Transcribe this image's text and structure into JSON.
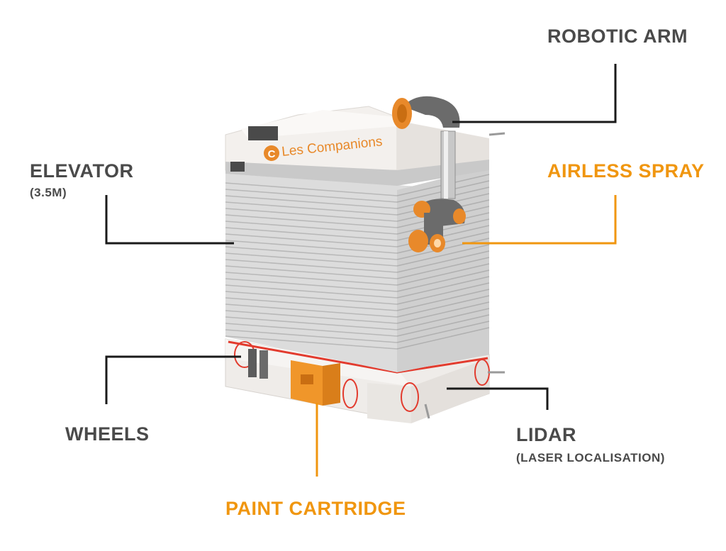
{
  "labels": {
    "robotic_arm": "ROBOTIC ARM",
    "elevator": "ELEVATOR",
    "elevator_sub": "(3.5M)",
    "airless_spray": "AIRLESS SPRAY",
    "wheels": "WHEELS",
    "lidar": "LIDAR",
    "lidar_sub": "(LASER LOCALISATION)",
    "paint_cartridge": "PAINT CARTRIDGE"
  },
  "brand": {
    "logo_text": "Les Companions",
    "logo_letter": "C"
  },
  "colors": {
    "dark_label": "#4a4a4a",
    "accent_label": "#f0960f",
    "leader_dark": "#1a1a1a",
    "leader_orange": "#f0960f",
    "robot_body": "#d9d9d9",
    "robot_top": "#f2efec",
    "arm_orange": "#e8892a",
    "arm_grey": "#6b6b6b",
    "laser_red": "#e23b2e"
  }
}
